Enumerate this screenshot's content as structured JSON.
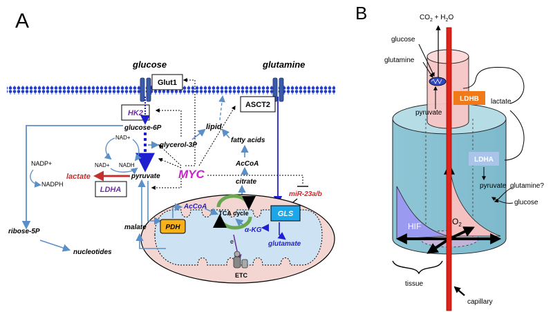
{
  "panel_a": {
    "letter": "A",
    "glucose": "glucose",
    "glutamine": "glutamine",
    "glut1": "Glut1",
    "asct2": "ASCT2",
    "hk2": "HK2",
    "glucose6p": "glucose-6P",
    "nad_plus_1": "NAD+",
    "nad_plus_2": "NAD+",
    "nadh": "NADH",
    "nadp_plus": "NADP+",
    "nadph": "NADPH",
    "glycerol3p": "glycerol-3P",
    "lipid": "lipid",
    "fatty_acids": "fatty acids",
    "acoa_cyto": "AcCoA",
    "citrate": "citrate",
    "myc": "MYC",
    "mir": "miR-23a/b",
    "lactate": "lactate",
    "pyruvate": "pyruvate",
    "ldha": "LDHA",
    "ribose5p": "ribose-5P",
    "nucleotides": "nucleotides",
    "malate": "malate",
    "pdh": "PDH",
    "acoa_mito": "AcCoA",
    "tca": "TCA cycle",
    "akg": "α-KG",
    "gls": "GLS",
    "glutamate": "glutamate",
    "electron": "e",
    "electron_sup": "-",
    "etc": "ETC"
  },
  "panel_b": {
    "letter": "B",
    "co2_h2o": "CO",
    "co2_sub": "2",
    "co2_plus": " + H",
    "h2o_sub": "2",
    "h2o_o": "O",
    "glucose": "glucose",
    "glutamine": "glutamine",
    "ldhb": "LDHB",
    "lactate": "lactate",
    "pyruvate_top": "pyruvate",
    "ldha": "LDHA",
    "pyruvate_mid": "pyruvate",
    "glutamine_q": "glutamine?",
    "glucose_2": "glucose",
    "hif": "HIF",
    "o2": "O",
    "o2_sub": "2",
    "tissue": "tissue",
    "capillary": "capillary"
  },
  "colors": {
    "arrow_blue": "#5b8fc7",
    "deep_blue": "#1f1fd0",
    "myc_magenta": "#cc22cc",
    "lactate_red": "#c43030",
    "mir_red": "#dd2222",
    "purple_text": "#7030a0",
    "mito_fill": "#f3d6d2",
    "gls_fill": "#1ea7e8",
    "pdh_fill": "#f7b21b",
    "tca_green": "#6aa84f",
    "cylinder_fill": "#8fc6d6",
    "capillary_red": "#e0231a",
    "ldhb_fill": "#f07a1a",
    "ldha_fill": "#a9c4e8",
    "hif_fill": "#9a9af0",
    "o2_fill": "#f5c0c0"
  }
}
